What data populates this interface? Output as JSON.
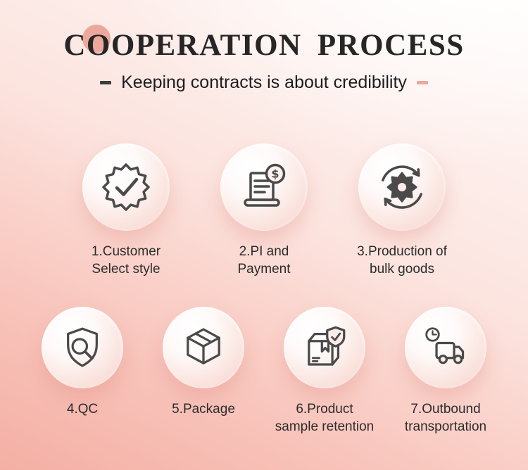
{
  "header": {
    "title": "COOPERATION PROCESS",
    "subtitle": "Keeping contracts is about credibility"
  },
  "steps": [
    {
      "icon": "seal-check-icon",
      "lines": [
        "1.Customer",
        "Select style"
      ]
    },
    {
      "icon": "invoice-dollar-icon",
      "lines": [
        "2.PI and",
        "Payment"
      ]
    },
    {
      "icon": "gear-cycle-icon",
      "lines": [
        "3.Production of",
        "bulk goods"
      ]
    },
    {
      "icon": "shield-magnifier-icon",
      "lines": [
        "4.QC"
      ]
    },
    {
      "icon": "package-box-icon",
      "lines": [
        "5.Package"
      ]
    },
    {
      "icon": "box-shield-check-icon",
      "lines": [
        "6.Product",
        "sample retention"
      ]
    },
    {
      "icon": "truck-clock-icon",
      "lines": [
        "7.Outbound",
        "transportation"
      ]
    }
  ],
  "colors": {
    "accent_pink": "#eda89d",
    "dash_dark": "#3c3c3c",
    "icon_stroke": "#4a4a4a",
    "title_text": "#262626",
    "background_top": "#fefaf9",
    "background_bottom": "#f4afa4"
  }
}
